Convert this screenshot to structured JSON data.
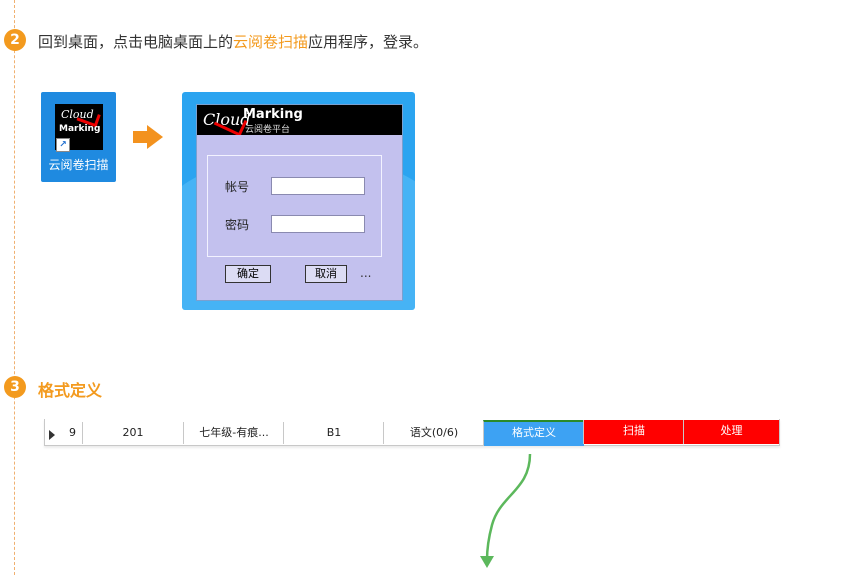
{
  "step2": {
    "badge": "2",
    "text_before": "回到桌面，点击电脑桌面上的",
    "highlight": "云阅卷扫描",
    "text_after": "应用程序，登录。"
  },
  "desktop_icon": {
    "logo_line1": "Cloud",
    "logo_line2": "Marking",
    "shortcut_glyph": "↗",
    "label": "云阅卷扫描"
  },
  "login_window": {
    "logo_cloud": "Cloud",
    "logo_marking": "Marking",
    "logo_subtitle": "云阅卷平台",
    "account_label": "帐号",
    "password_label": "密码",
    "ok_button": "确定",
    "cancel_button": "取消",
    "more": "..."
  },
  "step3": {
    "badge": "3",
    "title": "格式定义"
  },
  "grid_row": {
    "row_number": "9",
    "cells": [
      "201",
      "七年级-有痕...",
      "B1",
      "语文(0/6)"
    ],
    "format_button": "格式定义",
    "scan_button": "扫描",
    "process_button": "处理"
  },
  "colors": {
    "accent_orange": "#f39a1e",
    "format_blue": "#3da2f3",
    "action_red": "#ff0000",
    "arrow_green": "#5cb85c"
  }
}
